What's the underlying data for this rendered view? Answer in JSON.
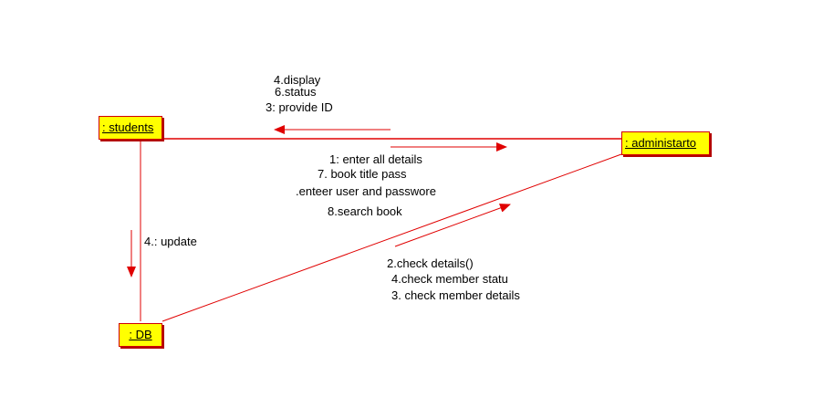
{
  "objects": {
    "students": ": students",
    "administrator": ": administarto",
    "db": ": DB"
  },
  "messages": {
    "admin_to_students": [
      "4.display",
      "6.status",
      "3: provide ID"
    ],
    "students_to_admin": [
      "1: enter all details",
      "7. book title pass",
      ".enteer user and passwore",
      "8.search book"
    ],
    "students_to_db": [
      "4.: update"
    ],
    "db_to_admin": [
      "2.check details()",
      "4.check member statu",
      "3. check member details"
    ]
  },
  "colors": {
    "line": "#e00000",
    "object_fill": "#ffff00",
    "object_border": "#d00000"
  }
}
